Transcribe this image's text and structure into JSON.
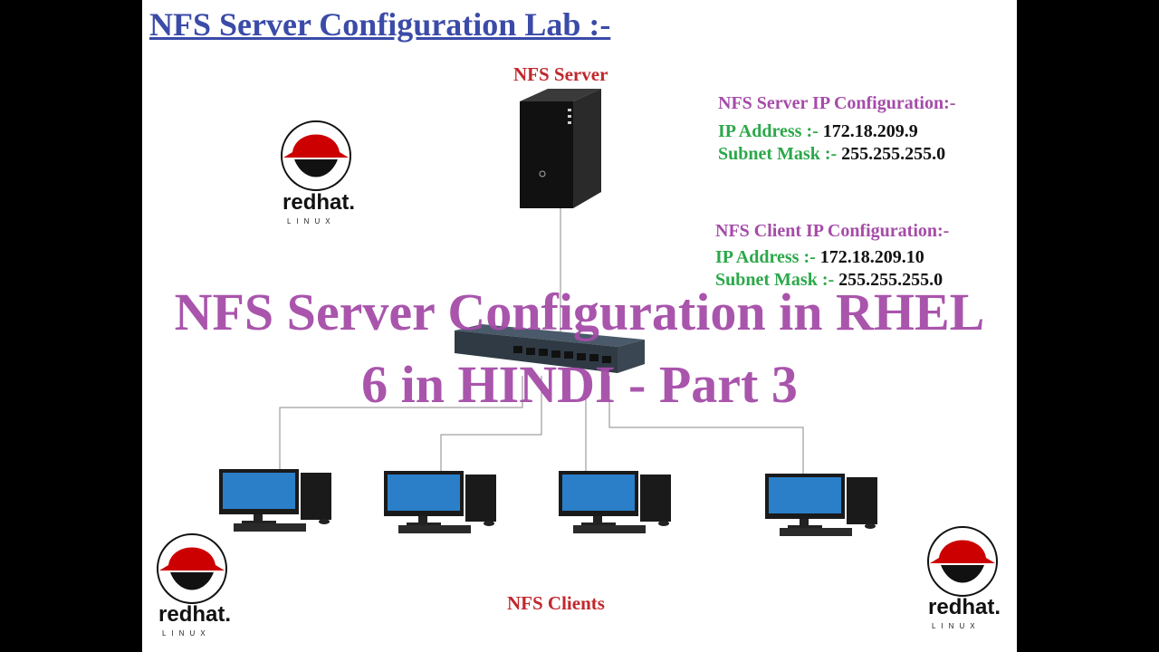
{
  "title": "NFS Server Configuration Lab :-",
  "server_label": "NFS Server",
  "clients_label": "NFS Clients",
  "server_config": {
    "heading": "NFS Server IP Configuration:-",
    "ip_key": "IP Address :-",
    "ip_value": "172.18.209.9",
    "mask_key": "Subnet Mask :-",
    "mask_value": "255.255.255.0"
  },
  "client_config": {
    "heading": "NFS Client IP Configuration:-",
    "ip_key": "IP Address :-",
    "ip_value": "172.18.209.10",
    "mask_key": "Subnet Mask :-",
    "mask_value": "255.255.255.0"
  },
  "overlay": {
    "line1": "NFS Server Configuration in RHEL",
    "line2": "6 in HINDI - Part 3"
  },
  "logo": {
    "brand": "redhat.",
    "sub": "LINUX",
    "color": "#cc0000"
  },
  "colors": {
    "title": "#3b4ba8",
    "label_red": "#c0282d",
    "heading_purple": "#a54ca8",
    "key_green": "#2ca84a"
  }
}
